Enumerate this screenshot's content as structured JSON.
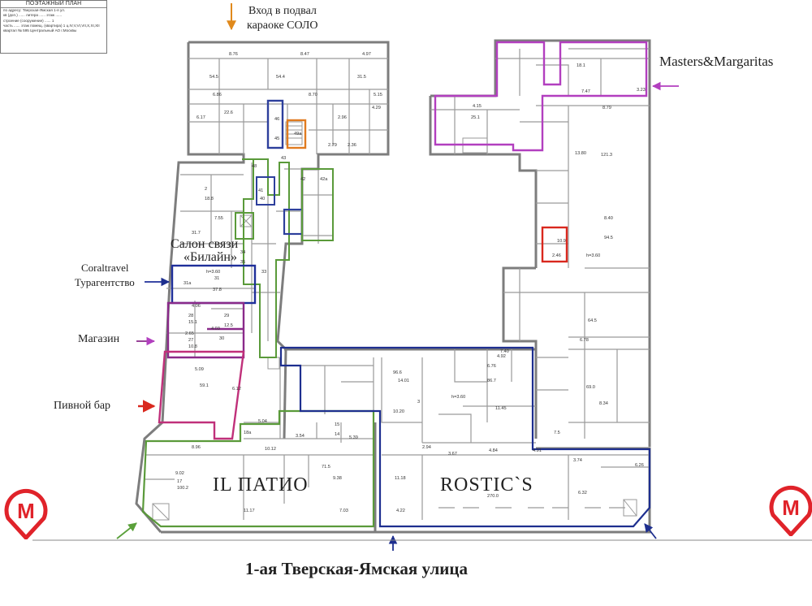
{
  "stamp": {
    "title": "ПОЭТАЖНЫЙ ПЛАН",
    "lines": [
      "по адресу: Тверская-Ямская 1-я ул.",
      "кв (доп.) ...... литера ...... этаж ......",
      "строение (сооружение) ...... 1",
      "часть ...... этаж помещ. (квартира) 1 ц.IV,V,VI,VII,X,XI,XII",
      "квартал № 595 Центральный АО г.Москвы"
    ]
  },
  "annotations": {
    "basement_entrance": [
      "Вход в подвал",
      "караоке СОЛО"
    ],
    "masters": "Masters&Margaritas",
    "beeline": [
      "Салон связи",
      "«Билайн»"
    ],
    "coral": [
      "Coraltravel",
      "Турагентство"
    ],
    "shop": "Магазин",
    "beer_bar": "Пивной бар",
    "il_patio": "IL ПАТИО",
    "rostics": "ROSTIC`S",
    "street": "1-ая Тверская-Ямская улица"
  },
  "metro": {
    "glyph": "М",
    "color": "#e0232a"
  },
  "tenant_colors": {
    "karaoke": "#e07b20",
    "masters": "#b23fbf",
    "beeline": "#2d3f9c",
    "coral": "#1f2f9a",
    "shop": "#8a2a8a",
    "beer_bar": "#c0307a",
    "il_patio": "#5a9a3a",
    "rostics": "#1e2f8f",
    "arrow_red": "#d9281e",
    "arrow_orange": "#e0891c",
    "arrow_green": "#5aa03a",
    "arrow_purple": "#b23fbf"
  },
  "room_labels": [
    {
      "t": "8.76"
    },
    {
      "t": "8.47"
    },
    {
      "t": "4.97"
    },
    {
      "t": "54.5"
    },
    {
      "t": "54.4"
    },
    {
      "t": "31.5"
    },
    {
      "t": "6.86"
    },
    {
      "t": "8.70"
    },
    {
      "t": "5.15"
    },
    {
      "t": "6.17"
    },
    {
      "t": "22.6"
    },
    {
      "t": "46"
    },
    {
      "t": "45"
    },
    {
      "t": "49a"
    },
    {
      "t": "4.29"
    },
    {
      "t": "2.96"
    },
    {
      "t": "2.79"
    },
    {
      "t": "2.36"
    },
    {
      "t": "48"
    },
    {
      "t": "43"
    },
    {
      "t": "42"
    },
    {
      "t": "42a"
    },
    {
      "t": "41"
    },
    {
      "t": "40"
    },
    {
      "t": "2"
    },
    {
      "t": "18.8"
    },
    {
      "t": "7.55"
    },
    {
      "t": "31.7"
    },
    {
      "t": "34"
    },
    {
      "t": "35"
    },
    {
      "t": "33"
    },
    {
      "t": "31a"
    },
    {
      "t": "31"
    },
    {
      "t": "37.8"
    },
    {
      "t": "h=3.60"
    },
    {
      "t": "28"
    },
    {
      "t": "15.1"
    },
    {
      "t": "29"
    },
    {
      "t": "12.5"
    },
    {
      "t": "30"
    },
    {
      "t": "27"
    },
    {
      "t": "10.8"
    },
    {
      "t": "4.06"
    },
    {
      "t": "4.03"
    },
    {
      "t": "2.65"
    },
    {
      "t": "5.09"
    },
    {
      "t": "59.1"
    },
    {
      "t": "6.12"
    },
    {
      "t": "18a"
    },
    {
      "t": "5.04"
    },
    {
      "t": "15"
    },
    {
      "t": "14"
    },
    {
      "t": "5.39"
    },
    {
      "t": "3.54"
    },
    {
      "t": "10.12"
    },
    {
      "t": "71.5"
    },
    {
      "t": "9.38"
    },
    {
      "t": "8.96"
    },
    {
      "t": "17"
    },
    {
      "t": "100.2"
    },
    {
      "t": "9.02"
    },
    {
      "t": "11.17"
    },
    {
      "t": "7.03"
    },
    {
      "t": "3"
    },
    {
      "t": "96.6"
    },
    {
      "t": "14.01"
    },
    {
      "t": "4.92"
    },
    {
      "t": "6.76"
    },
    {
      "t": "86.7"
    },
    {
      "t": "7.40"
    },
    {
      "t": "11.45"
    },
    {
      "t": "10.20"
    },
    {
      "t": "h=3.60"
    },
    {
      "t": "2.94"
    },
    {
      "t": "3.67"
    },
    {
      "t": "4.84"
    },
    {
      "t": "4.91"
    },
    {
      "t": "270.0"
    },
    {
      "t": "11.18"
    },
    {
      "t": "4.22"
    },
    {
      "t": "6.32"
    },
    {
      "t": "3.74"
    },
    {
      "t": "6.26"
    },
    {
      "t": "25.1"
    },
    {
      "t": "4.15"
    },
    {
      "t": "8.79"
    },
    {
      "t": "121.3"
    },
    {
      "t": "13.80"
    },
    {
      "t": "8.40"
    },
    {
      "t": "94.5"
    },
    {
      "t": "10.9"
    },
    {
      "t": "2.46"
    },
    {
      "t": "h=3.60"
    },
    {
      "t": "64.5"
    },
    {
      "t": "6.78"
    },
    {
      "t": "69.0"
    },
    {
      "t": "8.34"
    },
    {
      "t": "7.47"
    },
    {
      "t": "18.1"
    },
    {
      "t": "3.23"
    },
    {
      "t": "7.5"
    }
  ]
}
